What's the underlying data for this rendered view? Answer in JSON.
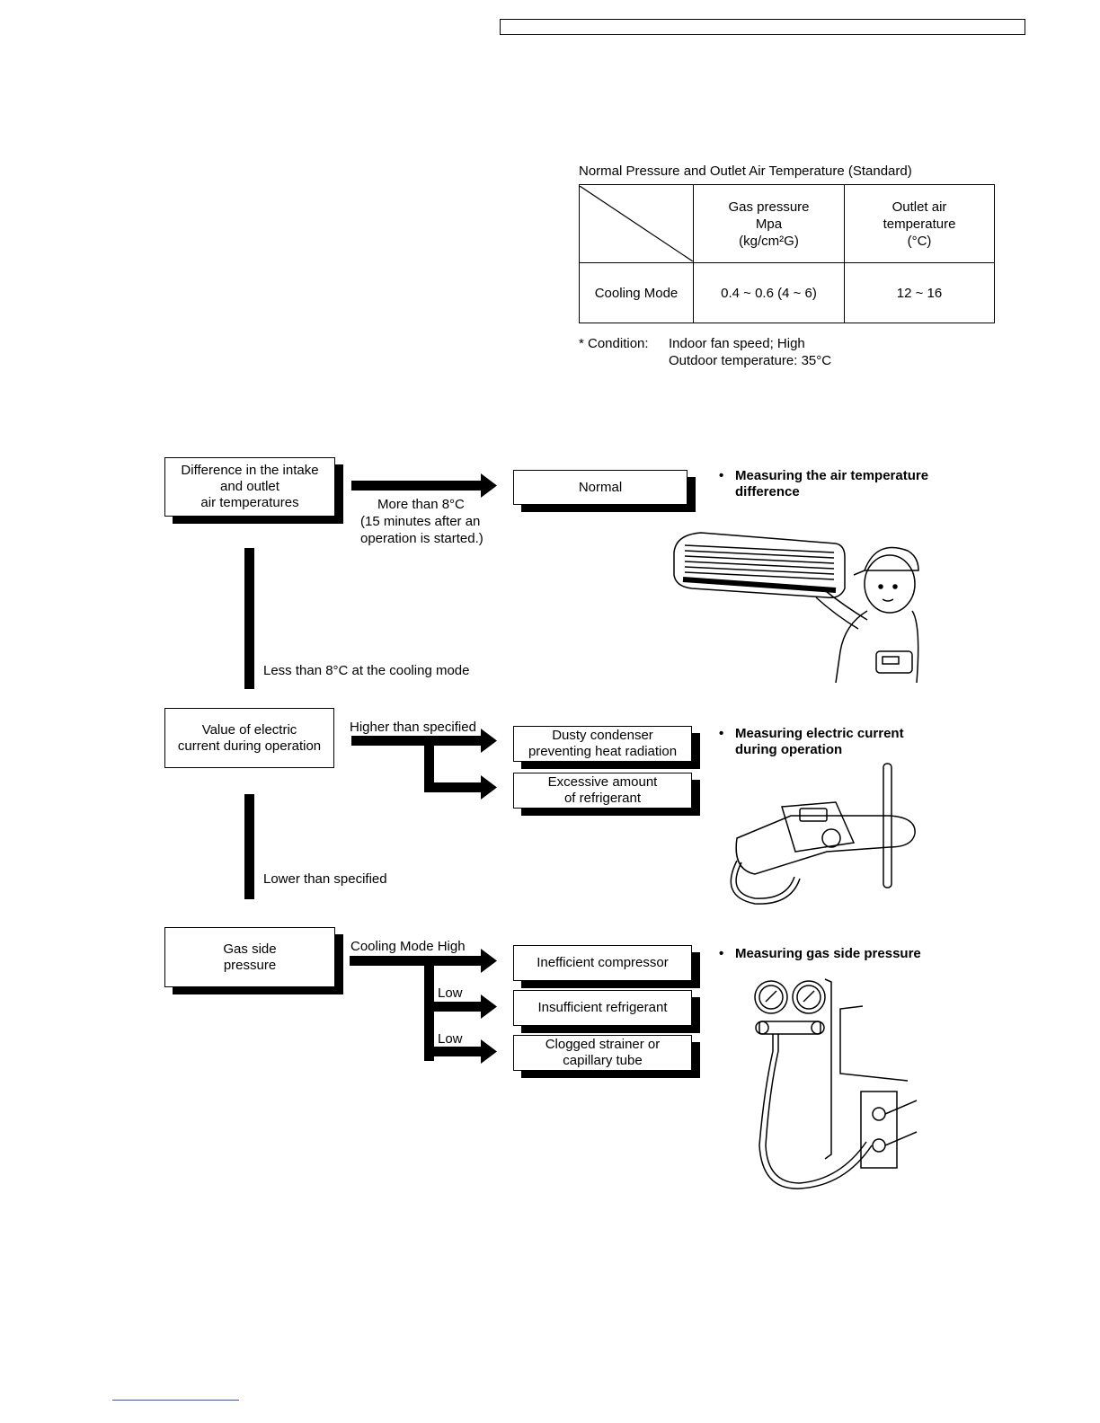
{
  "table": {
    "title": "Normal Pressure and Outlet Air Temperature (Standard)",
    "col_gas": [
      "Gas pressure",
      "Mpa",
      "(kg/cm²G)"
    ],
    "col_outlet": [
      "Outlet air",
      "temperature",
      "(°C)"
    ],
    "row_label": "Cooling Mode",
    "row_gas": "0.4 ~ 0.6 (4 ~ 6)",
    "row_outlet": "12 ~ 16"
  },
  "condition": {
    "label": "* Condition:",
    "line1": "Indoor fan speed; High",
    "line2": "Outdoor temperature: 35°C"
  },
  "flow": {
    "step1": {
      "box": [
        "Difference in the intake",
        "and outlet",
        "air temperatures"
      ],
      "arrow_label": [
        "More than 8°C",
        "(15 minutes after an",
        "operation is started.)"
      ],
      "result": "Normal",
      "down_label": "Less than 8°C at the cooling mode",
      "note": [
        "Measuring the air temperature",
        "difference"
      ]
    },
    "step2": {
      "box": [
        "Value of electric",
        "current during operation"
      ],
      "arrow_label": "Higher than specified",
      "result1": [
        "Dusty condenser",
        "preventing heat radiation"
      ],
      "result2": [
        "Excessive amount",
        "of refrigerant"
      ],
      "down_label": "Lower than specified",
      "note": [
        "Measuring electric current",
        "during operation"
      ]
    },
    "step3": {
      "box": [
        "Gas side",
        "pressure"
      ],
      "arrow_label": "Cooling Mode High",
      "low1": "Low",
      "low2": "Low",
      "result1": "Inefficient compressor",
      "result2": "Insufficient refrigerant",
      "result3": [
        "Clogged strainer or",
        "capillary tube"
      ],
      "note": "Measuring gas side pressure"
    }
  },
  "bullet": "•",
  "illustrations": [
    "technician-thermometer-illustration",
    "clamp-meter-illustration",
    "gauge-manifold-illustration"
  ]
}
